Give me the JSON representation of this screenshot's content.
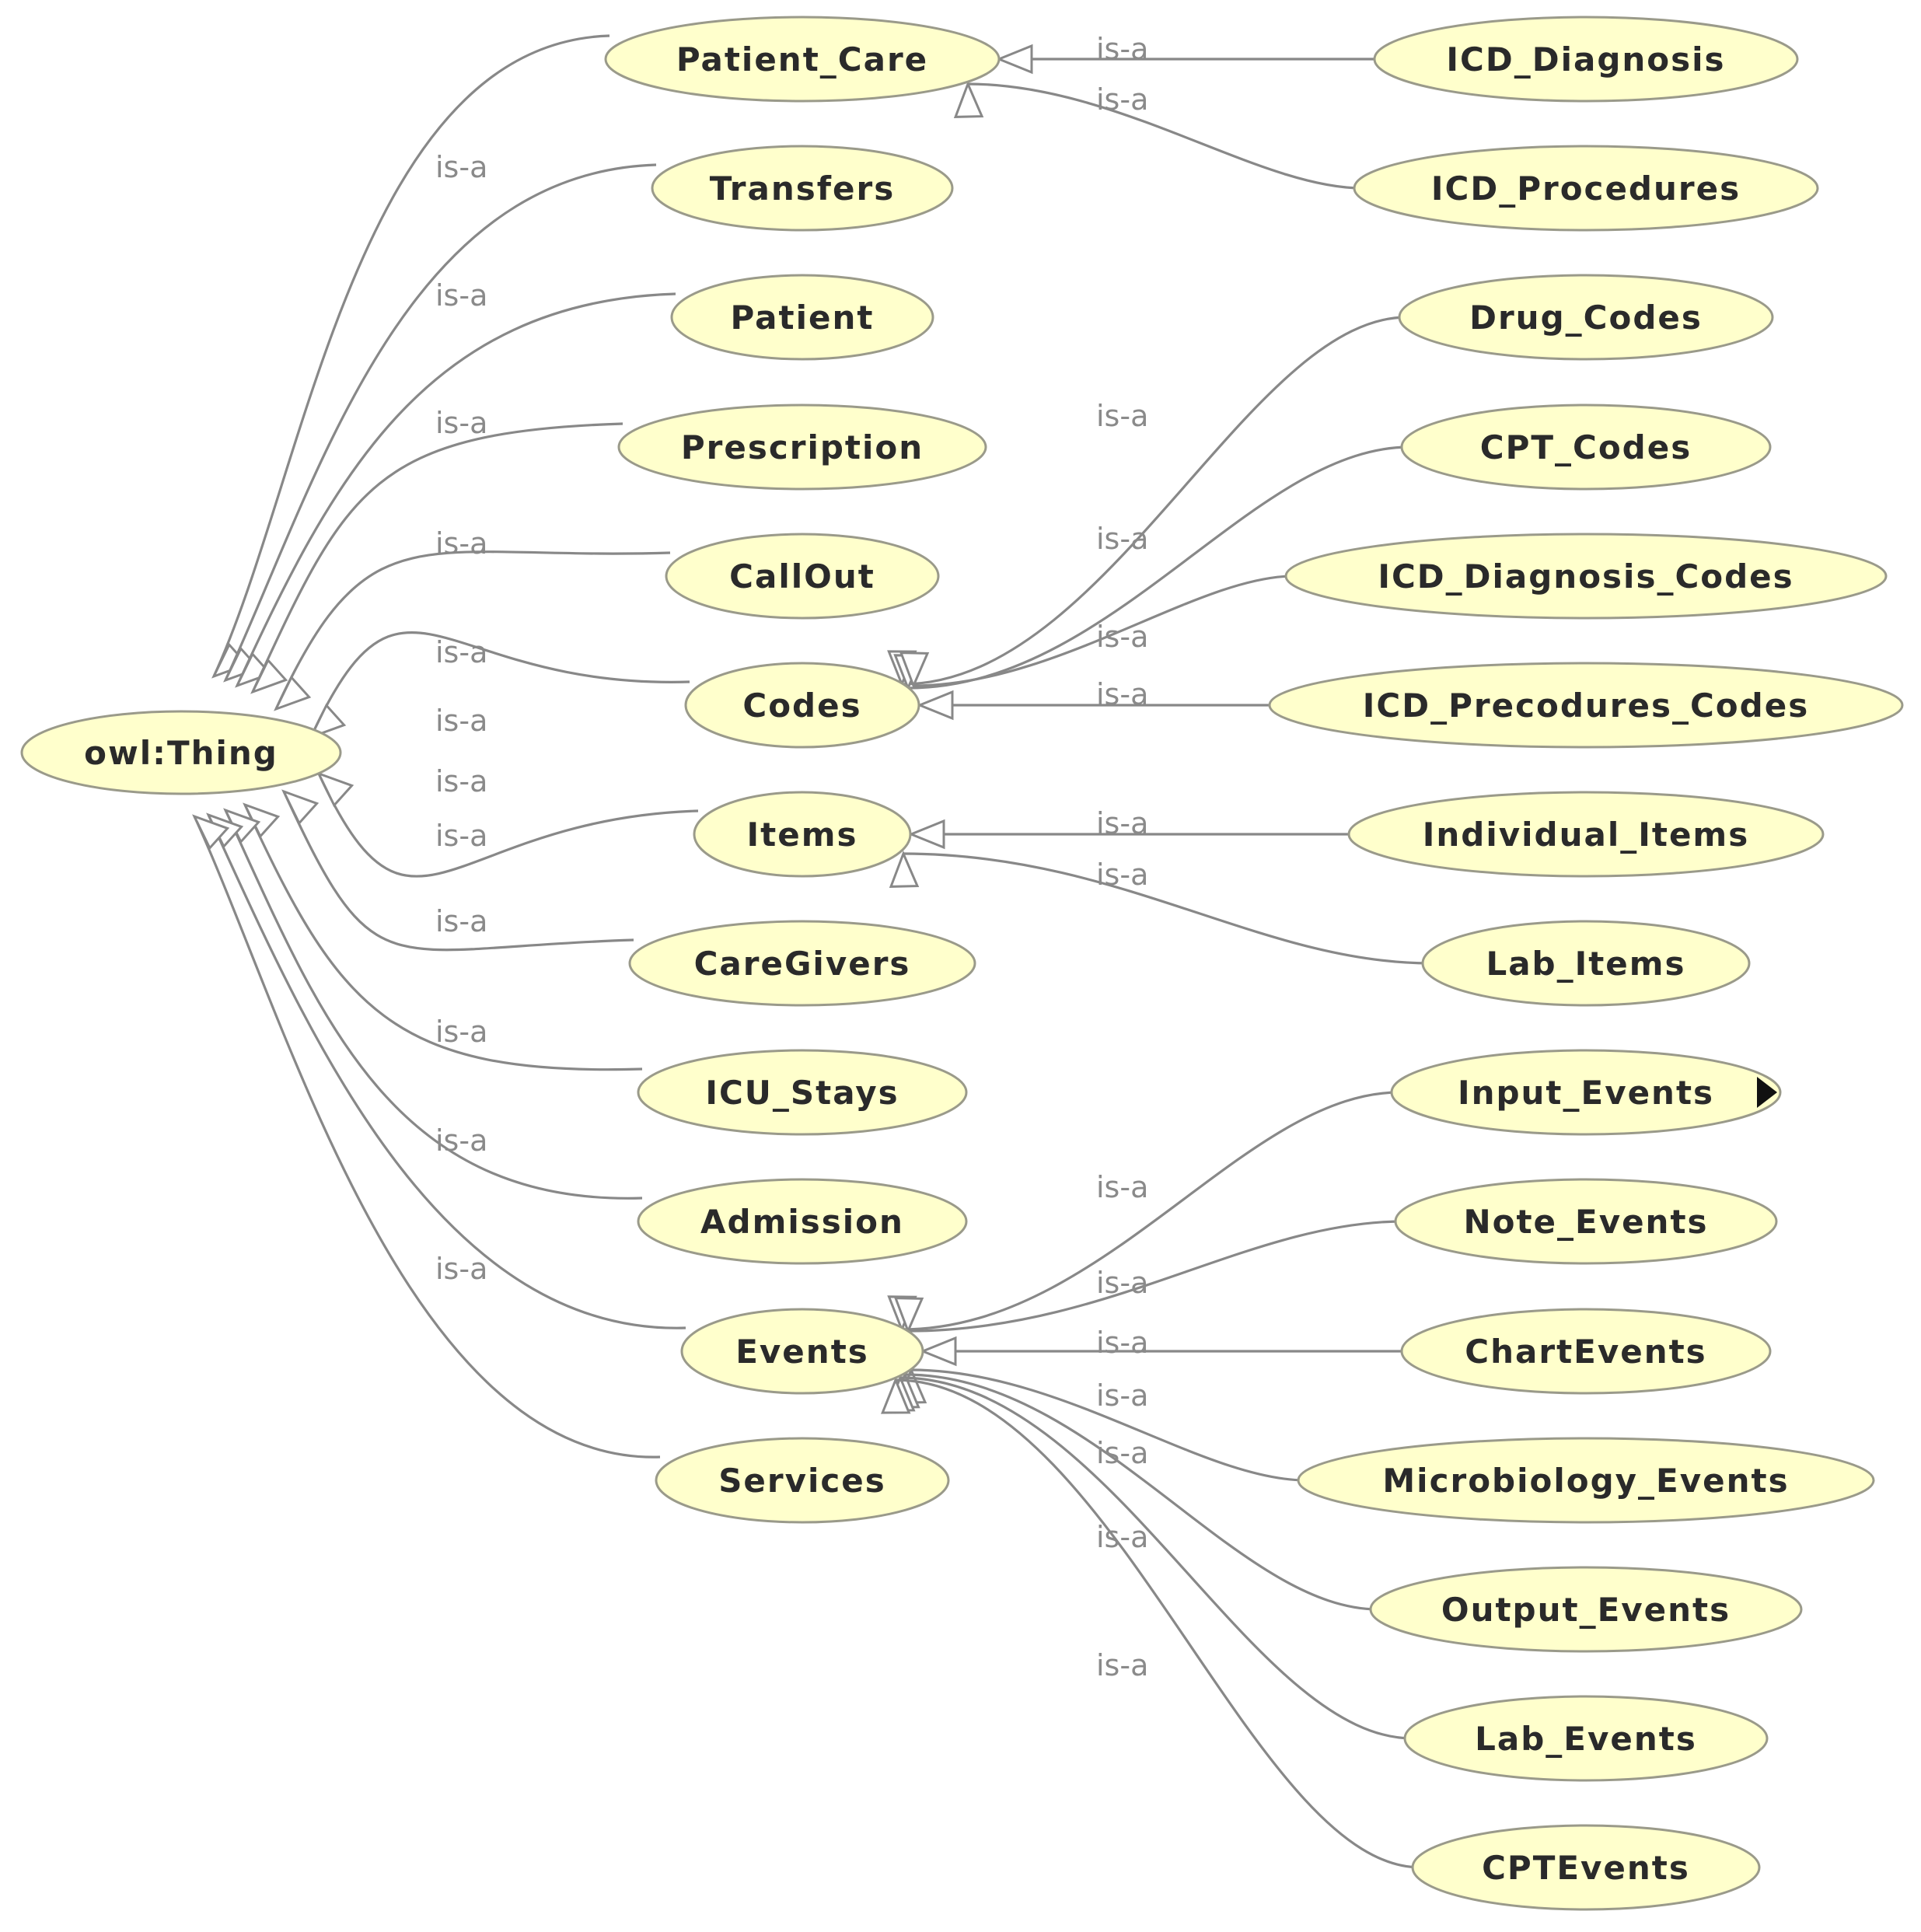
{
  "nodes": {
    "thing": "owl:Thing",
    "patient_care": "Patient_Care",
    "transfers": "Transfers",
    "patient": "Patient",
    "prescription": "Prescription",
    "callout": "CallOut",
    "codes": "Codes",
    "items": "Items",
    "caregivers": "CareGivers",
    "icu_stays": "ICU_Stays",
    "admission": "Admission",
    "events": "Events",
    "services": "Services",
    "icd_diagnosis": "ICD_Diagnosis",
    "icd_procedures": "ICD_Procedures",
    "drug_codes": "Drug_Codes",
    "cpt_codes": "CPT_Codes",
    "icd_diagnosis_codes": "ICD_Diagnosis_Codes",
    "icd_precodures_codes": "ICD_Precodures_Codes",
    "individual_items": "Individual_Items",
    "lab_items": "Lab_Items",
    "input_events": "Input_Events",
    "note_events": "Note_Events",
    "chartevents": "ChartEvents",
    "microbiology_events": "Microbiology_Events",
    "output_events": "Output_Events",
    "lab_events": "Lab_Events",
    "cptevents": "CPTEvents"
  },
  "edges": [
    {
      "from": "patient_care",
      "to": "thing",
      "label": "is-a"
    },
    {
      "from": "transfers",
      "to": "thing",
      "label": "is-a"
    },
    {
      "from": "patient",
      "to": "thing",
      "label": "is-a"
    },
    {
      "from": "prescription",
      "to": "thing",
      "label": "is-a"
    },
    {
      "from": "callout",
      "to": "thing",
      "label": "is-a"
    },
    {
      "from": "codes",
      "to": "thing",
      "label": "is-a"
    },
    {
      "from": "items",
      "to": "thing",
      "label": "is-a"
    },
    {
      "from": "caregivers",
      "to": "thing",
      "label": "is-a"
    },
    {
      "from": "icu_stays",
      "to": "thing",
      "label": "is-a"
    },
    {
      "from": "admission",
      "to": "thing",
      "label": "is-a"
    },
    {
      "from": "events",
      "to": "thing",
      "label": "is-a"
    },
    {
      "from": "services",
      "to": "thing",
      "label": "is-a"
    },
    {
      "from": "icd_diagnosis",
      "to": "patient_care",
      "label": "is-a"
    },
    {
      "from": "icd_procedures",
      "to": "patient_care",
      "label": "is-a"
    },
    {
      "from": "drug_codes",
      "to": "codes",
      "label": "is-a"
    },
    {
      "from": "cpt_codes",
      "to": "codes",
      "label": "is-a"
    },
    {
      "from": "icd_diagnosis_codes",
      "to": "codes",
      "label": "is-a"
    },
    {
      "from": "icd_precodures_codes",
      "to": "codes",
      "label": "is-a"
    },
    {
      "from": "individual_items",
      "to": "items",
      "label": "is-a"
    },
    {
      "from": "lab_items",
      "to": "items",
      "label": "is-a"
    },
    {
      "from": "input_events",
      "to": "events",
      "label": "is-a"
    },
    {
      "from": "note_events",
      "to": "events",
      "label": "is-a"
    },
    {
      "from": "chartevents",
      "to": "events",
      "label": "is-a"
    },
    {
      "from": "microbiology_events",
      "to": "events",
      "label": "is-a"
    },
    {
      "from": "output_events",
      "to": "events",
      "label": "is-a"
    },
    {
      "from": "lab_events",
      "to": "events",
      "label": "is-a"
    },
    {
      "from": "cptevents",
      "to": "events",
      "label": "is-a"
    }
  ],
  "colors": {
    "node_fill": "#ffffcc",
    "node_stroke": "#9a9a8a",
    "edge": "#888888",
    "text": "#2a2a2a",
    "edge_label": "#8a8a8a"
  },
  "icons": {
    "input_events_expand": "expand-triangle-icon"
  }
}
